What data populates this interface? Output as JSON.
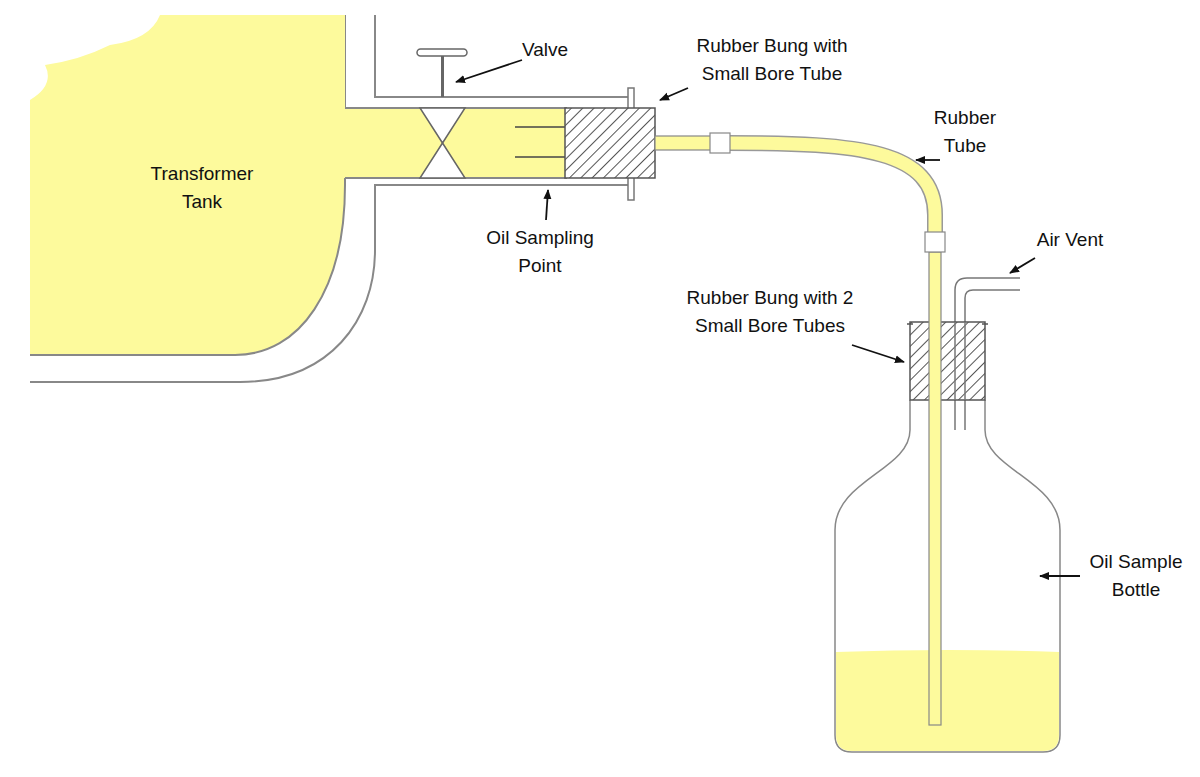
{
  "diagram": {
    "nodes": [
      {
        "text": [
          "Transformer Tank"
        ]
      }
    ],
    "labels": [
      "Valve",
      "Rubber Bung with Small Bore Tube",
      "Oil Sampling Point",
      "Rubber Tube",
      "Air Vent",
      "Rubber Bung with 2 Small Bore Tubes",
      "Oil Sample Bottle"
    ]
  }
}
